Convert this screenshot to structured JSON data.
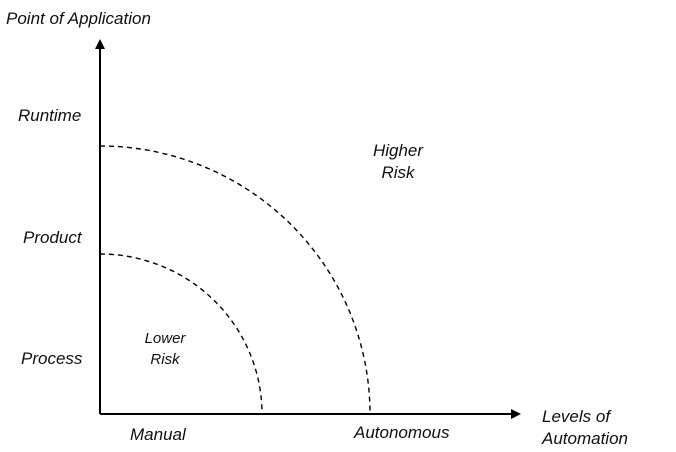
{
  "y_axis": {
    "title": "Point of Application",
    "levels": [
      "Runtime",
      "Product",
      "Process"
    ]
  },
  "x_axis": {
    "title_line1": "Levels of",
    "title_line2": "Automation",
    "levels": [
      "Manual",
      "Autonomous"
    ]
  },
  "regions": {
    "lower": {
      "line1": "Lower",
      "line2": "Risk"
    },
    "higher": {
      "line1": "Higher",
      "line2": "Risk"
    }
  }
}
